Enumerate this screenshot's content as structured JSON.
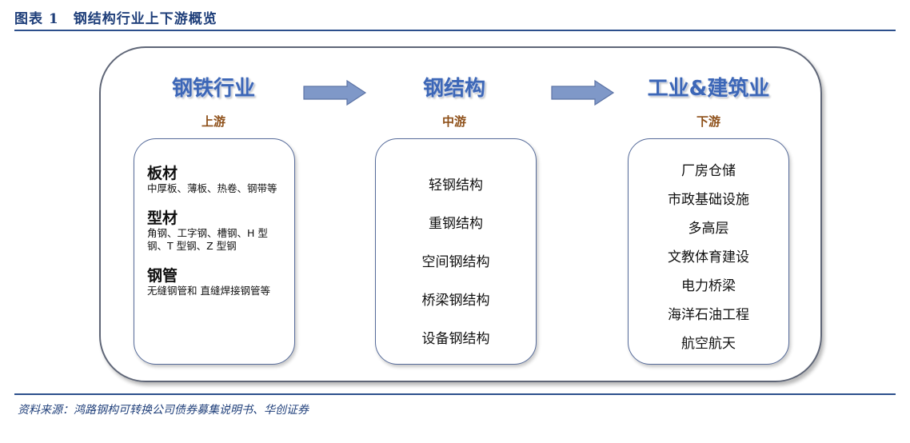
{
  "figure": {
    "title": "图表 1　钢结构行业上下游概览",
    "source": "资料来源：鸿路钢构可转换公司债券募集说明书、华创证券"
  },
  "stages": {
    "upstream": {
      "title": "钢铁行业",
      "position": "上游",
      "categories": [
        {
          "name": "板材",
          "desc": "中厚板、薄板、热卷、钢带等"
        },
        {
          "name": "型材",
          "desc": "角钢、工字钢、槽钢、H 型钢、T 型钢、Z 型钢"
        },
        {
          "name": "钢管",
          "desc": "无缝钢管和 直缝焊接钢管等"
        }
      ]
    },
    "midstream": {
      "title": "钢结构",
      "position": "中游",
      "items": [
        "轻钢结构",
        "重钢结构",
        "空间钢结构",
        "桥梁钢结构",
        "设备钢结构"
      ]
    },
    "downstream": {
      "title": "工业&建筑业",
      "position": "下游",
      "items": [
        "厂房仓储",
        "市政基础设施",
        "多高层",
        "文教体育建设",
        "电力桥梁",
        "海洋石油工程",
        "航空航天"
      ]
    }
  },
  "colors": {
    "stage_title": "#3d67b7",
    "position_label": "#8e5019",
    "arrow_fill": "#7f98c8",
    "rule": "#2c4f8c"
  }
}
